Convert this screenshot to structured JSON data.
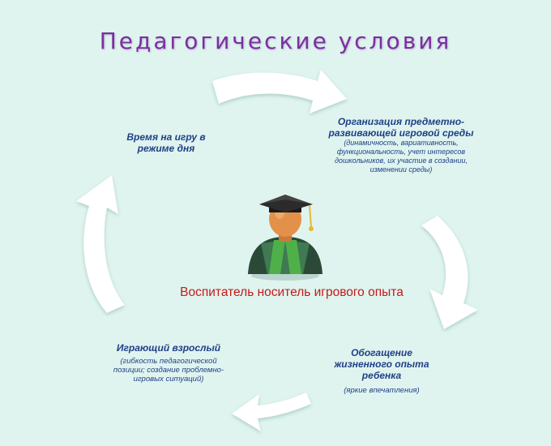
{
  "title": "Педагогические условия",
  "center": {
    "label": "Воспитатель носитель игрового опыта"
  },
  "nodes": {
    "top": {
      "heading": "Организация предметно-развивающей игровой среды",
      "detail": "(динамичность, вариативность, функциональность, учет интересов дошкольников, их участие в создании, изменении среды)"
    },
    "left": {
      "heading": "Время на игру в режиме дня"
    },
    "right": {
      "heading": "Обогащение жизненного опыта ребенка",
      "detail": "(яркие впечатления)"
    },
    "bottom_left": {
      "heading": "Играющий взрослый",
      "detail": "(гибкость педагогической позиции; создание проблемно-игровых ситуаций)"
    }
  },
  "colors": {
    "title": "#7a2fa0",
    "node_text": "#1f3f86",
    "center_text": "#c41a1a",
    "background": "#dff4ef",
    "arrow": "#ffffff"
  },
  "icons": [
    "graduate-teacher-icon",
    "cycle-arrow-icon"
  ]
}
